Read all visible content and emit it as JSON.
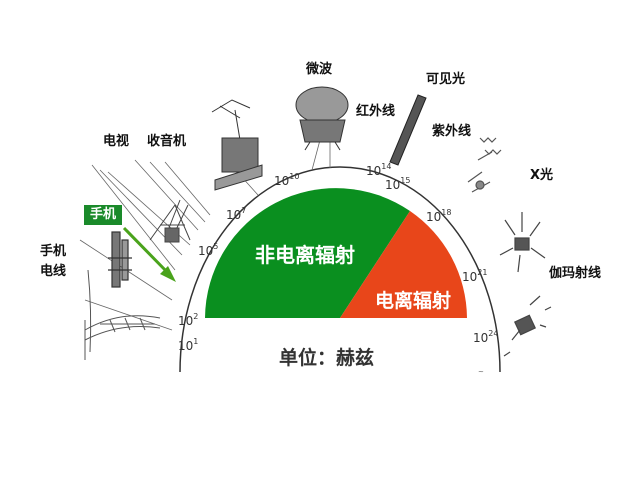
{
  "labels": {
    "tv": "电视",
    "radio": "收音机",
    "microwave": "微波",
    "visible": "可见光",
    "infrared": "红外线",
    "ultraviolet": "紫外线",
    "xray": "X光",
    "gamma": "伽玛射线",
    "power_line": "手机\n电线",
    "phone_badge": "手机"
  },
  "regions": {
    "non_ionizing": "非电离辐射",
    "ionizing": "电离辐射"
  },
  "unit_text": "单位：赫兹",
  "colors": {
    "non_ionizing": "#0a8f1f",
    "ionizing": "#e8461a",
    "badge": "#1a8a2a",
    "arrow": "#4aa31c"
  },
  "scale_ticks": [
    {
      "base": "10",
      "exp": "1"
    },
    {
      "base": "10",
      "exp": "2"
    },
    {
      "base": "10",
      "exp": "5"
    },
    {
      "base": "10",
      "exp": "7"
    },
    {
      "base": "10",
      "exp": "10"
    },
    {
      "base": "10",
      "exp": "14"
    },
    {
      "base": "10",
      "exp": "15"
    },
    {
      "base": "10",
      "exp": "18"
    },
    {
      "base": "10",
      "exp": "21"
    },
    {
      "base": "10",
      "exp": "24"
    }
  ]
}
